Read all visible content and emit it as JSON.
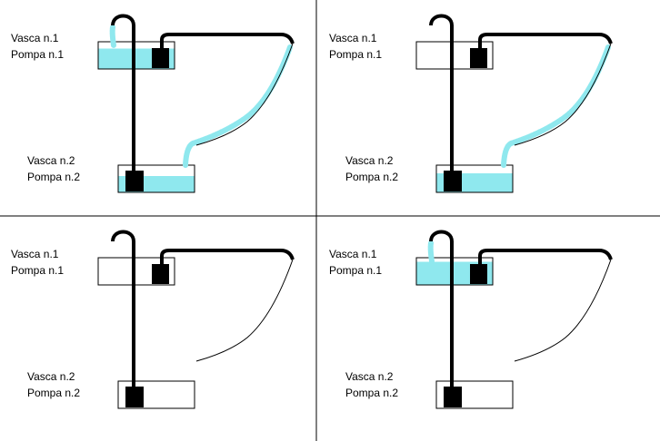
{
  "colors": {
    "water": "#8fe8ee",
    "pipe": "#000000",
    "tank_fill": "#ffffff",
    "divider": "#000000"
  },
  "panels": [
    {
      "labels": {
        "tank1": "Vasca n.1",
        "pump1": "Pompa n.1",
        "tank2": "Vasca n.2",
        "pump2": "Pompa n.2"
      },
      "state": {
        "tank1_level": 0.75,
        "tank2_level": 0.6,
        "upper_stream": true,
        "lower_stream": true
      }
    },
    {
      "labels": {
        "tank1": "Vasca n.1",
        "pump1": "Pompa n.1",
        "tank2": "Vasca n.2",
        "pump2": "Pompa n.2"
      },
      "state": {
        "tank1_level": 0,
        "tank2_level": 0.7,
        "upper_stream": true,
        "lower_stream": false
      }
    },
    {
      "labels": {
        "tank1": "Vasca n.1",
        "pump1": "Pompa n.1",
        "tank2": "Vasca n.2",
        "pump2": "Pompa n.2"
      },
      "state": {
        "tank1_level": 0,
        "tank2_level": 0,
        "upper_stream": false,
        "lower_stream": false
      }
    },
    {
      "labels": {
        "tank1": "Vasca n.1",
        "pump1": "Pompa n.1",
        "tank2": "Vasca n.2",
        "pump2": "Pompa n.2"
      },
      "state": {
        "tank1_level": 0.85,
        "tank2_level": 0,
        "upper_stream": false,
        "lower_stream": true
      }
    }
  ]
}
